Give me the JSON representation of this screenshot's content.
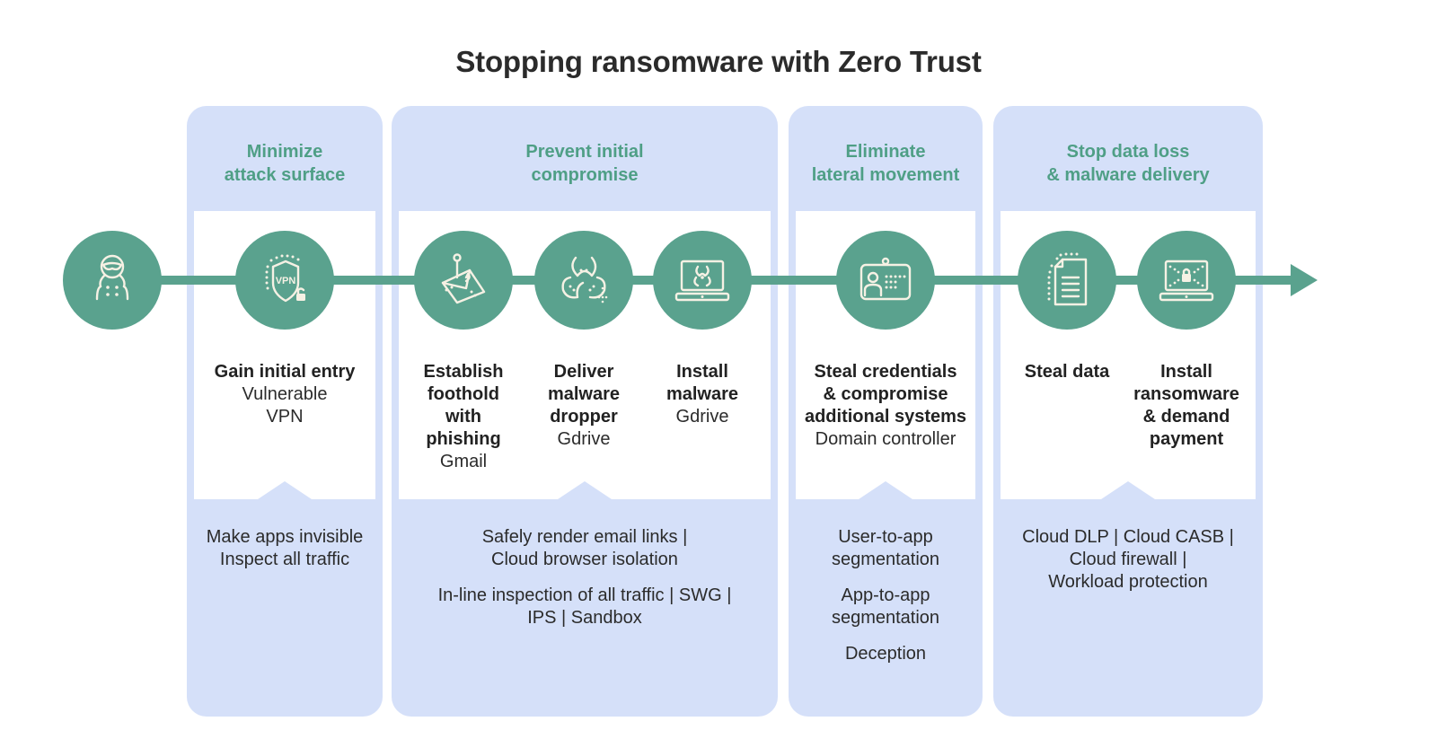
{
  "title": "Stopping ransomware with Zero Trust",
  "colors": {
    "accent_teal": "#5aa28e",
    "heading_teal": "#4f9f86",
    "panel_blue": "#d5e0f9",
    "icon_cream": "#f6f1e4",
    "text_dark": "#2b2b2b"
  },
  "attacker": {
    "icon": "hooded-attacker-icon"
  },
  "panels": [
    {
      "heading": [
        "Minimize",
        "attack surface"
      ],
      "steps": [
        {
          "icon": "vpn-shield-lock-icon",
          "title": [
            "Gain initial entry"
          ],
          "sub": [
            "Vulnerable",
            "VPN"
          ]
        }
      ],
      "controls": [
        [
          "Make apps invisible",
          "Inspect all traffic"
        ]
      ]
    },
    {
      "heading": [
        "Prevent initial",
        "compromise"
      ],
      "steps": [
        {
          "icon": "phishing-email-hook-icon",
          "title": [
            "Establish",
            "foothold",
            "with",
            "phishing"
          ],
          "sub": [
            "Gmail"
          ]
        },
        {
          "icon": "biohazard-dropper-icon",
          "title": [
            "Deliver",
            "malware",
            "dropper"
          ],
          "sub": [
            "Gdrive"
          ]
        },
        {
          "icon": "laptop-biohazard-icon",
          "title": [
            "Install",
            "malware"
          ],
          "sub": [
            "Gdrive"
          ]
        }
      ],
      "controls": [
        [
          "Safely render email links |",
          "Cloud browser isolation"
        ],
        [
          "In-line inspection of all traffic | SWG |",
          "IPS | Sandbox"
        ]
      ]
    },
    {
      "heading": [
        "Eliminate",
        "lateral movement"
      ],
      "steps": [
        {
          "icon": "id-badge-icon",
          "title": [
            "Steal credentials",
            "& compromise",
            "additional systems"
          ],
          "sub": [
            "Domain controller"
          ]
        }
      ],
      "controls": [
        [
          "User-to-app",
          "segmentation"
        ],
        [
          "App-to-app",
          "segmentation"
        ],
        [
          "Deception"
        ]
      ]
    },
    {
      "heading": [
        "Stop data loss",
        "& malware delivery"
      ],
      "steps": [
        {
          "icon": "stolen-document-icon",
          "title": [
            "Steal data"
          ],
          "sub": []
        },
        {
          "icon": "laptop-ransom-lock-icon",
          "title": [
            "Install",
            "ransomware",
            "& demand",
            "payment"
          ],
          "sub": []
        }
      ],
      "controls": [
        [
          "Cloud DLP | Cloud CASB |",
          "Cloud firewall |",
          "Workload protection"
        ]
      ]
    }
  ]
}
